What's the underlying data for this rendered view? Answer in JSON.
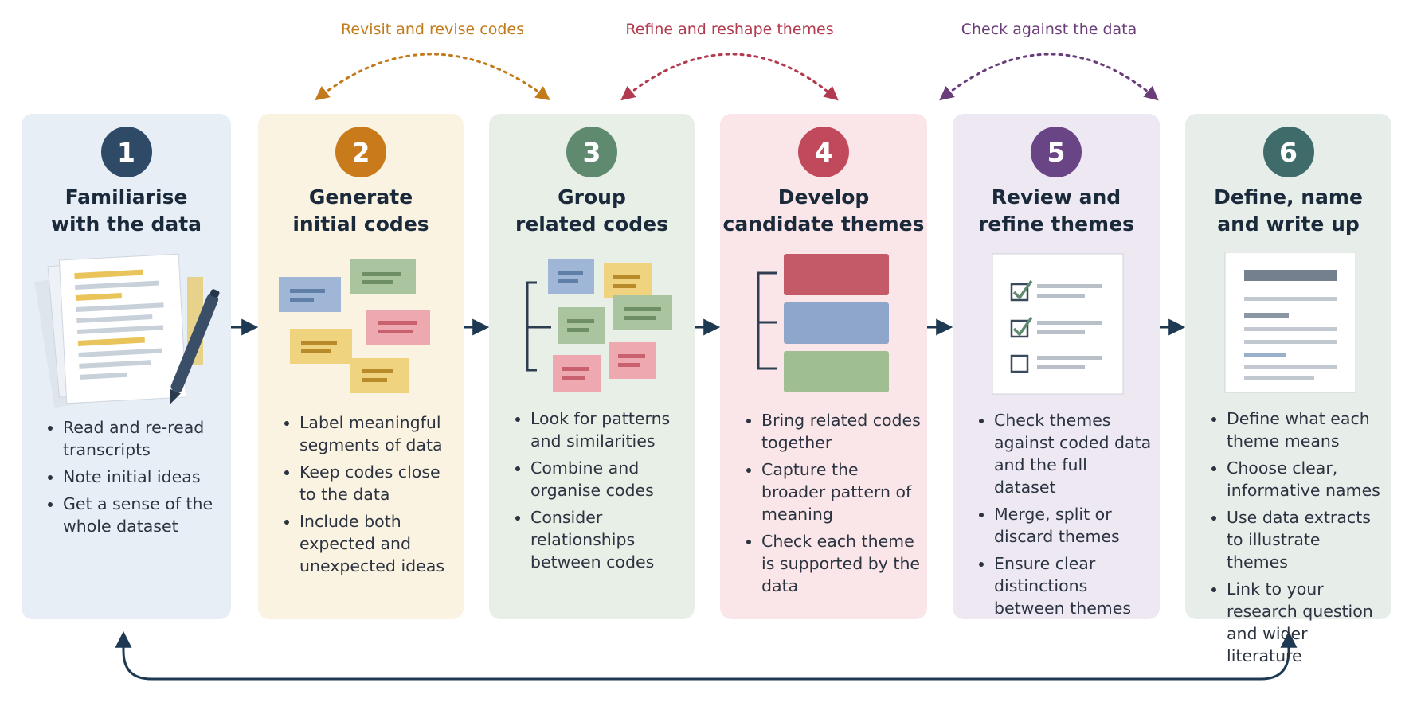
{
  "loop_labels": [
    {
      "text": "Revisit and revise codes",
      "color": "#c27a1a"
    },
    {
      "text": "Refine and reshape themes",
      "color": "#b23a4e"
    },
    {
      "text": "Check against the data",
      "color": "#6a3d7a"
    }
  ],
  "steps": [
    {
      "number": "1",
      "title": [
        "Familiarise",
        "with the data"
      ],
      "accent": "#2e4a66",
      "bg": "#e7eef6",
      "bullets": [
        "Read and re-read transcripts",
        "Note initial ideas",
        "Get a sense of the whole dataset"
      ]
    },
    {
      "number": "2",
      "title": [
        "Generate",
        "initial codes"
      ],
      "accent": "#c97a1a",
      "bg": "#fbf3e1",
      "bullets": [
        "Label meaningful segments of data",
        "Keep codes close to the data",
        "Include both expected and unexpected ideas"
      ]
    },
    {
      "number": "3",
      "title": [
        "Group",
        "related codes"
      ],
      "accent": "#5f8a70",
      "bg": "#e8efe7",
      "bullets": [
        "Look for patterns and similarities",
        "Combine and organise codes",
        "Consider relationships between codes"
      ]
    },
    {
      "number": "4",
      "title": [
        "Develop",
        "candidate themes"
      ],
      "accent": "#c04a5b",
      "bg": "#fae6e8",
      "bullets": [
        "Bring related codes together",
        "Capture the broader pattern of meaning",
        "Check each theme is supported by the data"
      ]
    },
    {
      "number": "5",
      "title": [
        "Review and",
        "refine themes"
      ],
      "accent": "#6a4585",
      "bg": "#ede8f2",
      "bullets": [
        "Check themes against coded data and the full dataset",
        "Merge, split or discard themes",
        "Ensure clear distinctions between themes"
      ]
    },
    {
      "number": "6",
      "title": [
        "Define, name",
        "and write up"
      ],
      "accent": "#3f6b6b",
      "bg": "#e7eeea",
      "bullets": [
        "Define what each theme means",
        "Choose clear, informative names",
        "Use data extracts to illustrate themes",
        "Link to your research question and wider literature"
      ]
    }
  ]
}
